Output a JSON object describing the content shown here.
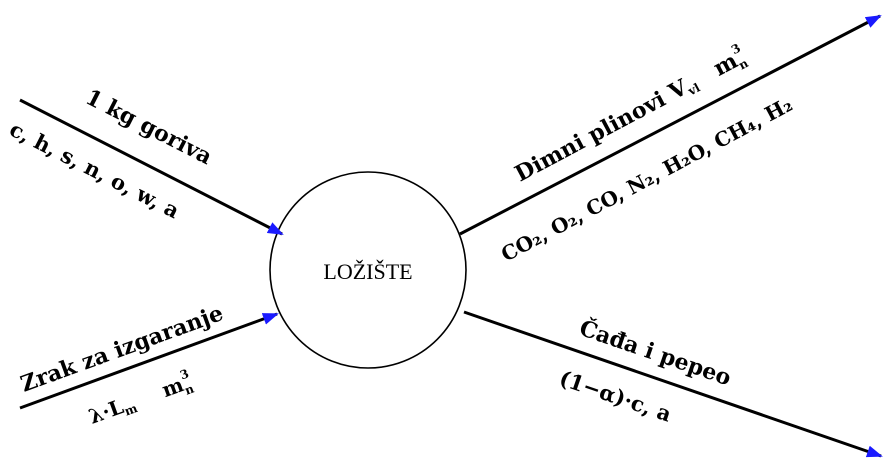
{
  "center_label": "LOŽIŠTE",
  "inputs": {
    "fuel": {
      "line1": "1 kg goriva",
      "line2": "c, h, s, n, o, w, a"
    },
    "air": {
      "line1": "Zrak za izgaranje",
      "line2_prefix": "λ·L",
      "line2_sub": "m",
      "line2_unit": "m",
      "line2_unit_sub": "n",
      "line2_unit_sup": "3"
    }
  },
  "outputs": {
    "flue_gas": {
      "line1_prefix": "Dimni plinovi V",
      "line1_sub": "vl",
      "line1_unit": "m",
      "line1_unit_sub": "n",
      "line1_unit_sup": "3",
      "line2": "CO₂, O₂, CO, N₂, H₂O, CH₄, H₂"
    },
    "soot_ash": {
      "line1": "Čađa i pepeo",
      "line2": "(1−α)·c, a"
    }
  },
  "colors": {
    "line": "#000000",
    "arrowhead": "#1a1aff"
  }
}
